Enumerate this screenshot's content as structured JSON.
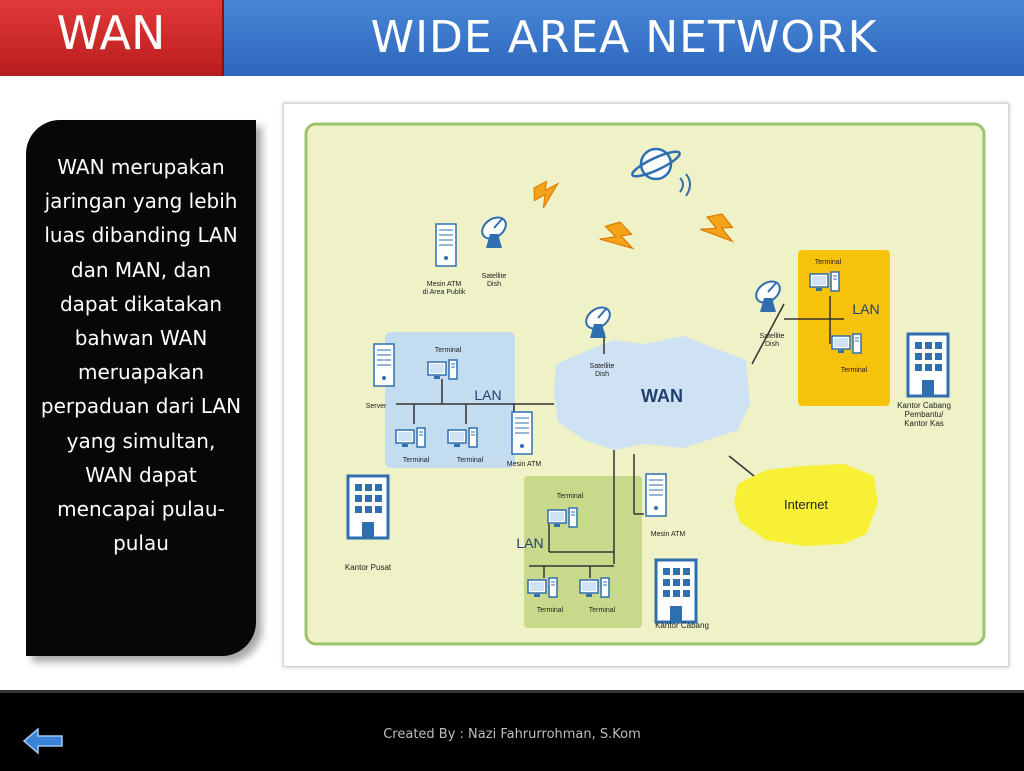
{
  "header": {
    "badge": "WAN",
    "title": "WIDE AREA NETWORK"
  },
  "description": "WAN merupakan jaringan yang lebih luas dibanding LAN dan MAN, dan dapat dikatakan bahwan WAN meruapakan perpaduan dari LAN yang simultan, WAN dapat mencapai pulau-pulau",
  "diagram": {
    "wan_label": "WAN",
    "internet_label": "Internet",
    "lan_label": "LAN",
    "terminal_label": "Terminal",
    "server_label": "Server",
    "satellite_dish_line1": "Satellite",
    "satellite_dish_line2": "Dish",
    "atm_public_line1": "Mesin ATM",
    "atm_public_line2": "di Area Publik",
    "atm_label": "Mesin ATM",
    "kantor_pusat": "Kantor Pusat",
    "kantor_cabang": "Kantor Cabang",
    "kantor_kas_line1": "Kantor Cabang",
    "kantor_kas_line2": "Pembantu/",
    "kantor_kas_line3": "Kantor Kas"
  },
  "footer": {
    "credit": "Created By : Nazi Fahrurrohman, S.Kom",
    "back_icon": "left-arrow-icon"
  },
  "colors": {
    "badge": "#c62828",
    "title_bar": "#3674cb",
    "map_bg": "#eef2c6",
    "map_border": "#9cc46a",
    "lan_blue": "#c3dcf0",
    "lan_yellow": "#f6c20c",
    "lan_green": "#c9d98c",
    "wan_cloud": "#cfe2f3",
    "internet_cloud": "#f7f035",
    "bolt": "#f4a21a"
  }
}
